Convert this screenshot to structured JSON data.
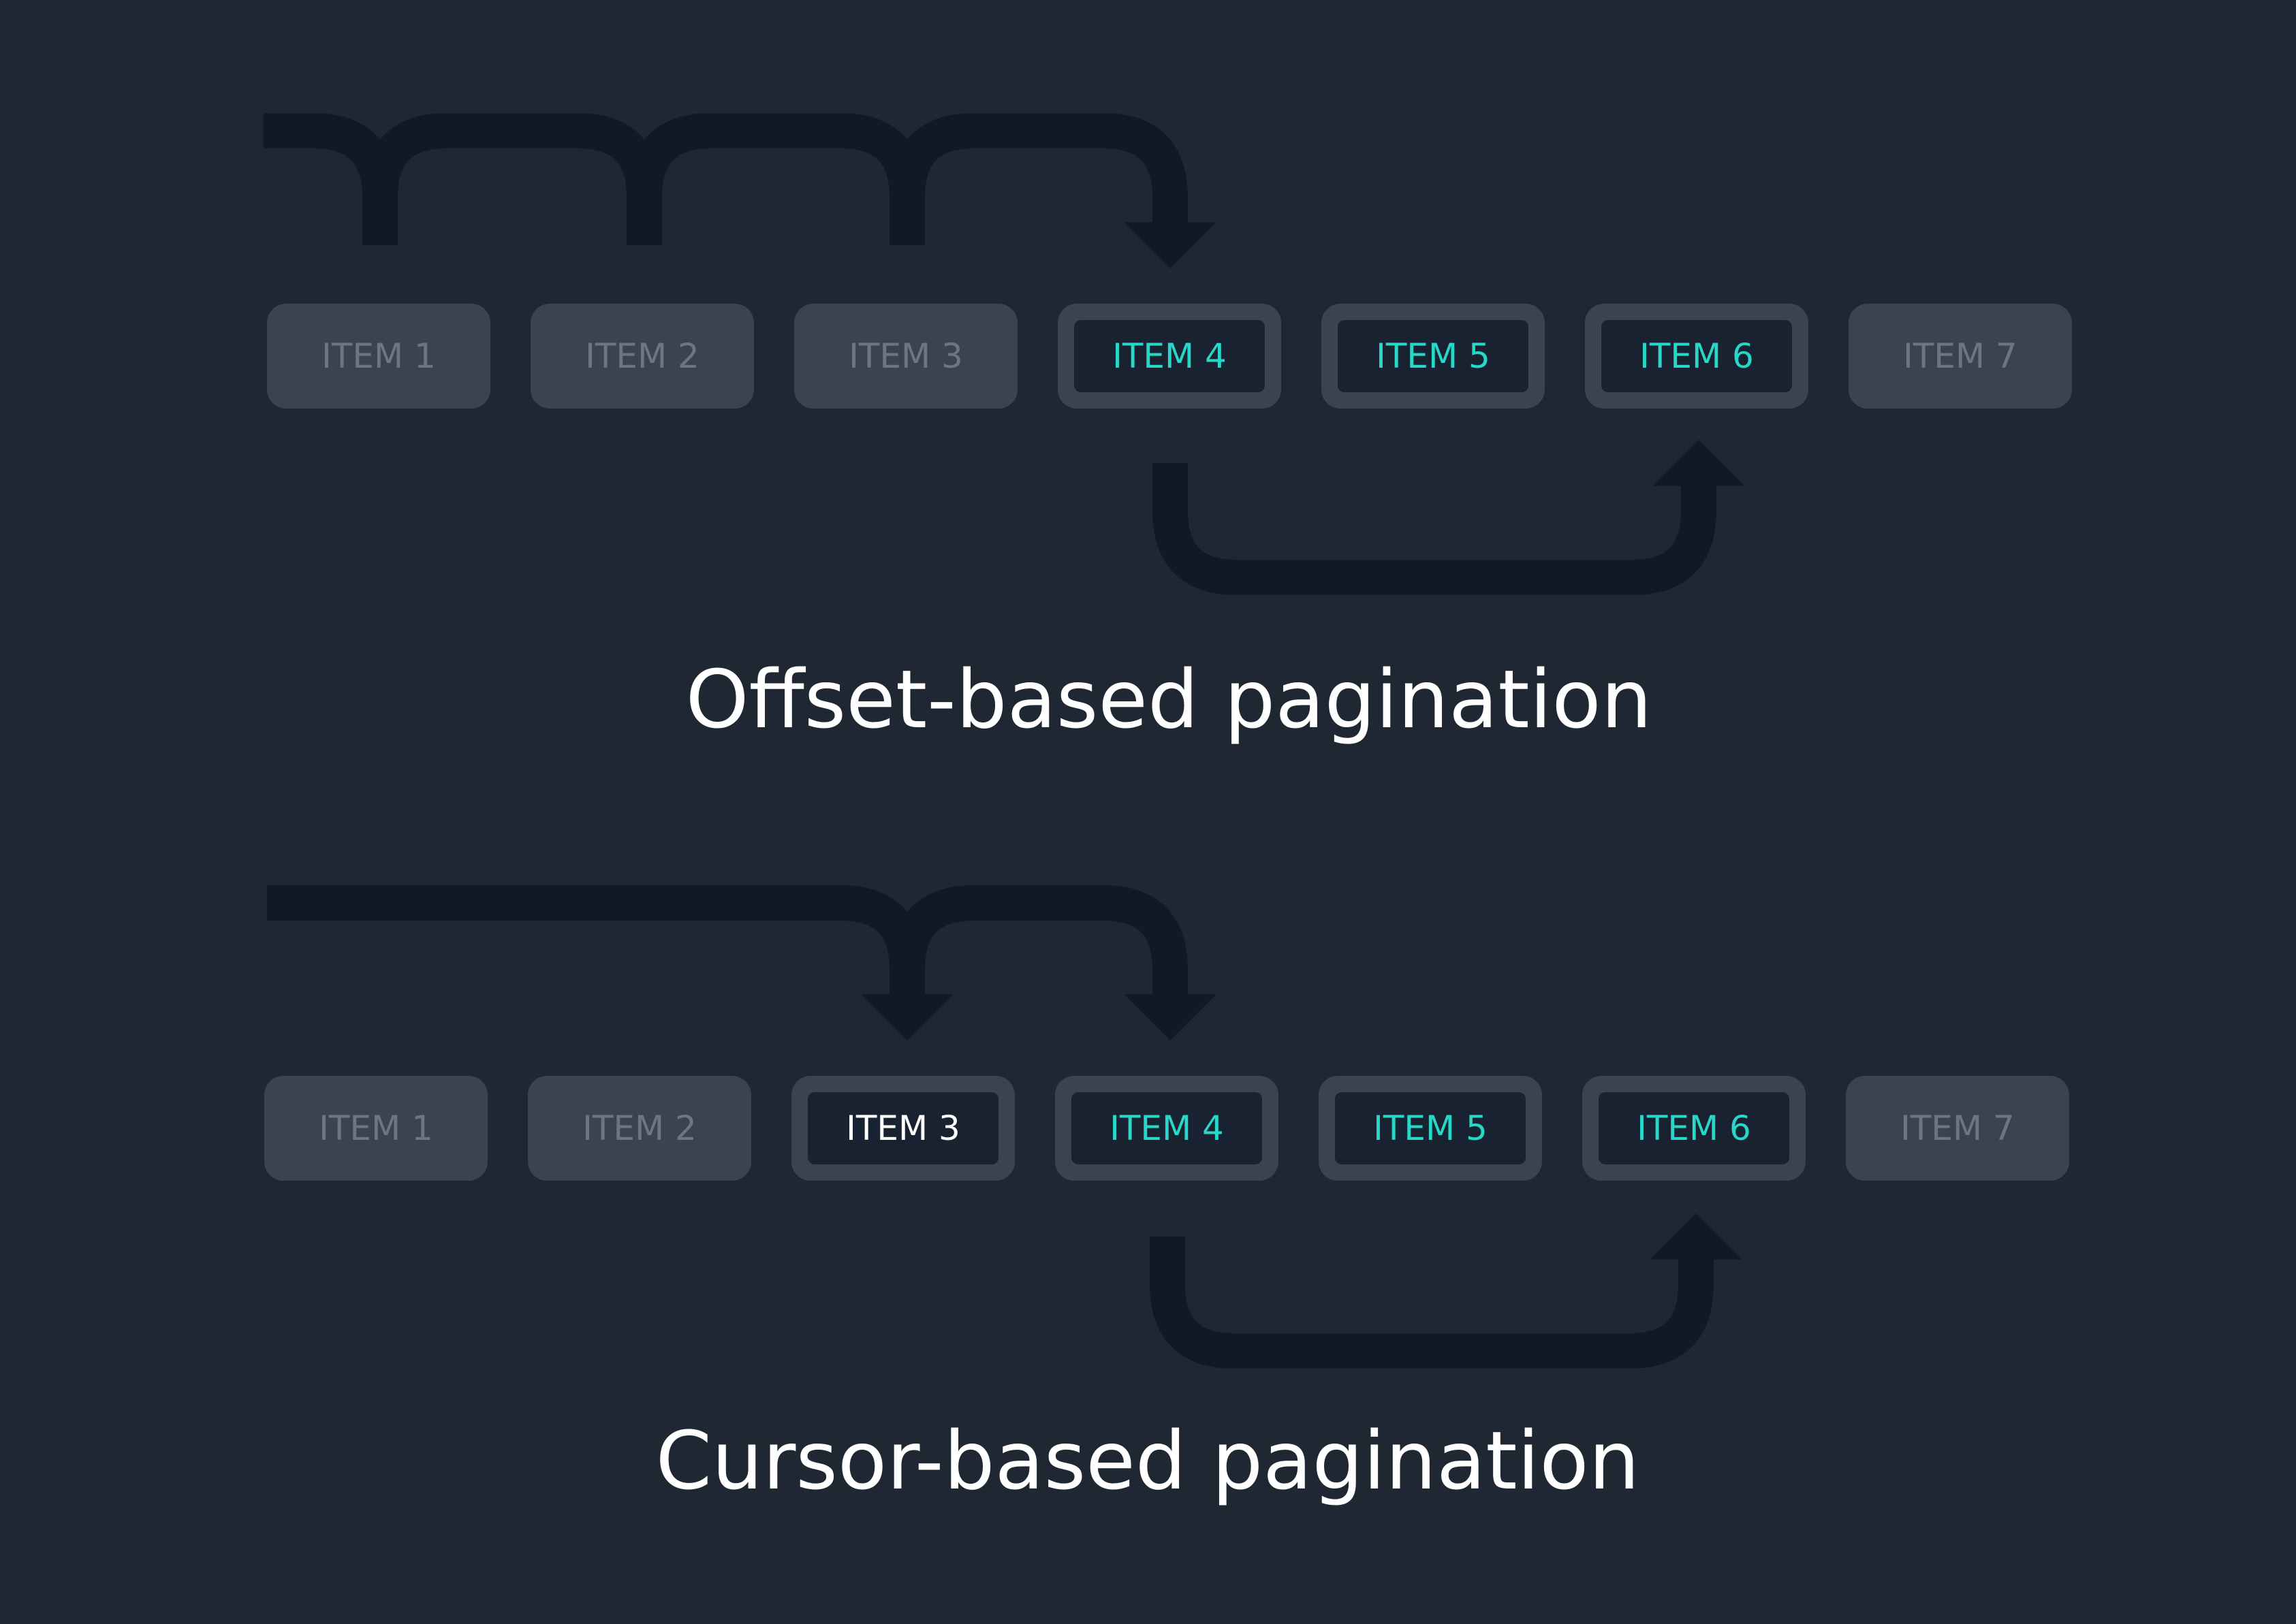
{
  "colors": {
    "background": "#1f2733",
    "arrow": "#111927",
    "item_inactive_fill": "#3a4352",
    "item_inactive_text": "#6c7584",
    "item_active_border": "#3a4352",
    "item_active_fill": "#182230",
    "item_active_text": "#27d7c7",
    "item_cursor_text": "#ffffff",
    "caption_text": "#ffffff"
  },
  "offset_section": {
    "caption": "Offset-based pagination",
    "items": [
      {
        "label": "ITEM 1",
        "state": "inactive"
      },
      {
        "label": "ITEM 2",
        "state": "inactive"
      },
      {
        "label": "ITEM 3",
        "state": "inactive"
      },
      {
        "label": "ITEM 4",
        "state": "active"
      },
      {
        "label": "ITEM 5",
        "state": "active"
      },
      {
        "label": "ITEM 6",
        "state": "active"
      },
      {
        "label": "ITEM 7",
        "state": "inactive"
      }
    ]
  },
  "cursor_section": {
    "caption": "Cursor-based pagination",
    "items": [
      {
        "label": "ITEM 1",
        "state": "inactive"
      },
      {
        "label": "ITEM 2",
        "state": "inactive"
      },
      {
        "label": "ITEM 3",
        "state": "cursor"
      },
      {
        "label": "ITEM 4",
        "state": "active"
      },
      {
        "label": "ITEM 5",
        "state": "active"
      },
      {
        "label": "ITEM 6",
        "state": "active"
      },
      {
        "label": "ITEM 7",
        "state": "inactive"
      }
    ]
  }
}
